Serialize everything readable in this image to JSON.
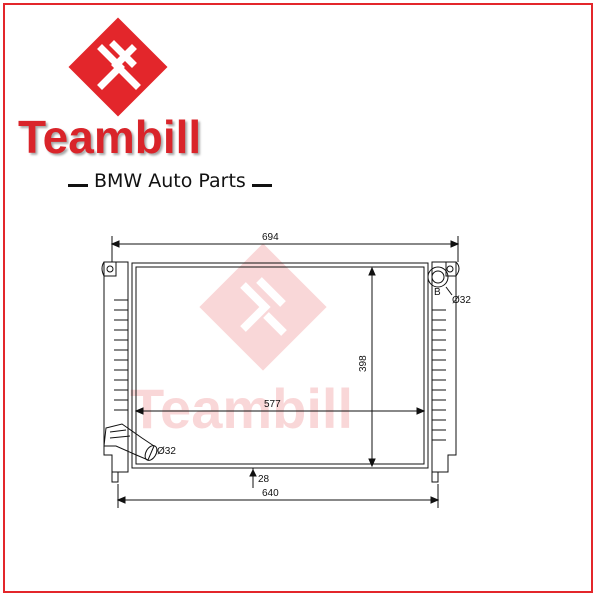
{
  "brand": {
    "name": "Teambill",
    "tagline": "BMW Auto Parts",
    "color": "#d9242a"
  },
  "watermark": {
    "text": "Teambill"
  },
  "drawing": {
    "part": "radiator",
    "dimensions": {
      "overall_width": "694",
      "core_height": "398",
      "core_width": "577",
      "bottom_width": "640",
      "inlet_diameter": "Ø32",
      "outlet_diameter": "Ø32",
      "offset": "28",
      "marker": "B"
    }
  }
}
